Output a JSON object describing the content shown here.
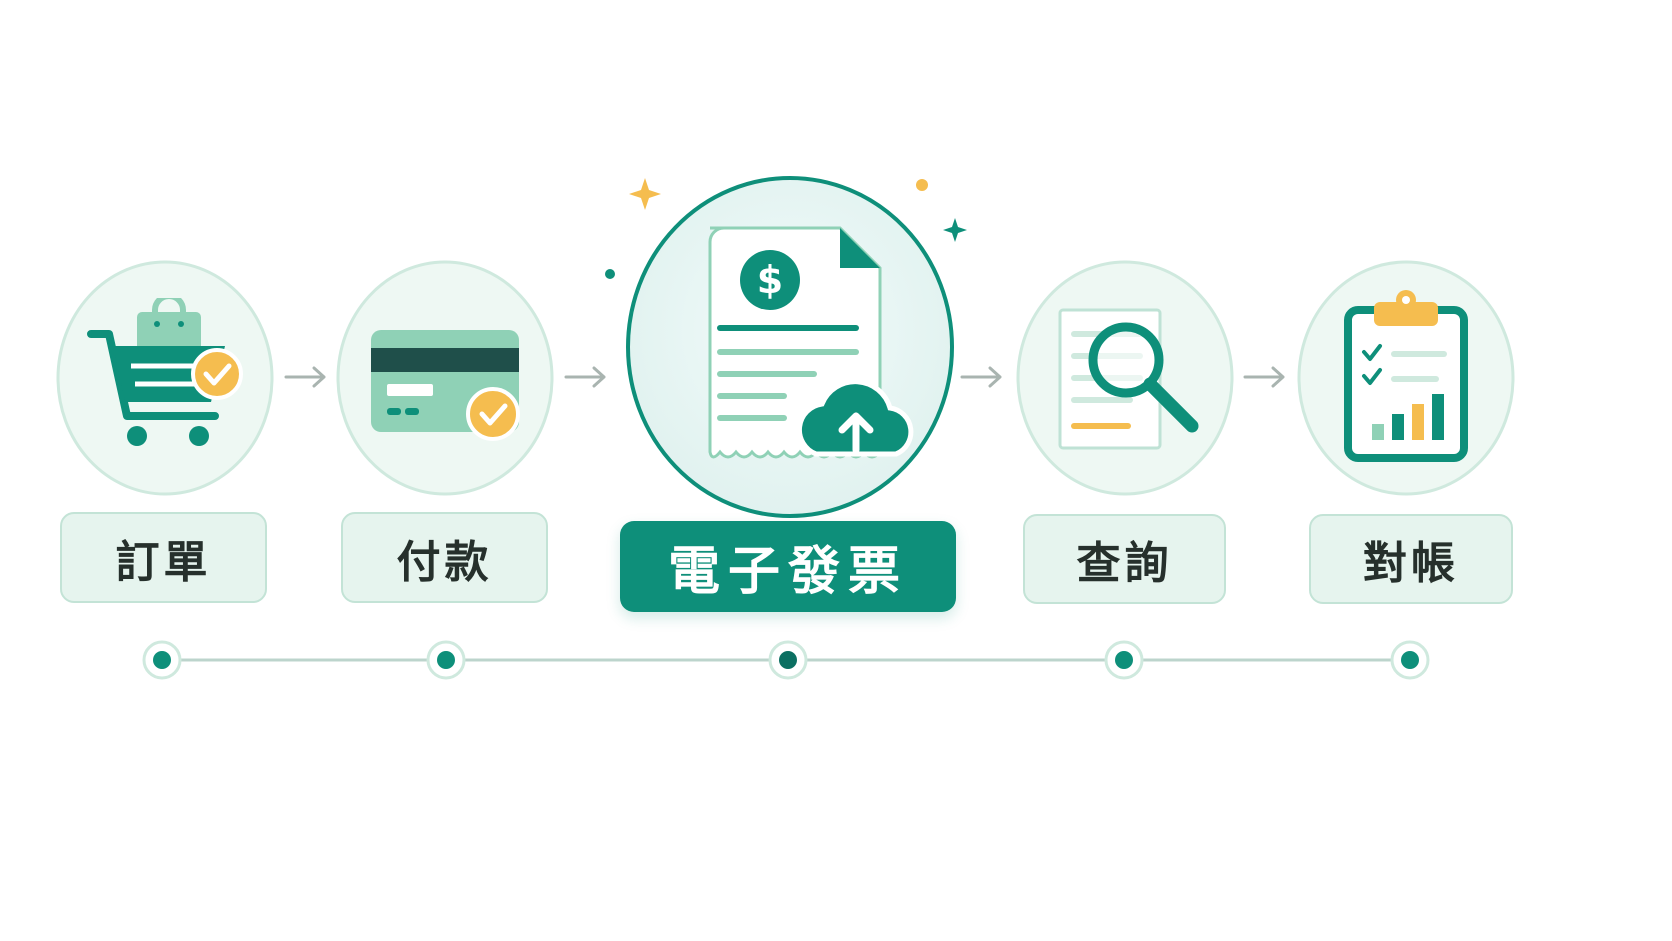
{
  "colors": {
    "primary": "#0e8f7a",
    "primary_light": "#8fd1b6",
    "circle_fill": "#eef8f3",
    "circle_border": "#cfe9de",
    "accent": "#f5bd4f",
    "arrow": "#a9b4b0",
    "timeline": "#bcd4cc"
  },
  "steps": [
    {
      "label": "訂單",
      "icon": "shopping-cart-icon"
    },
    {
      "label": "付款",
      "icon": "credit-card-icon"
    },
    {
      "label": "電子發票",
      "icon": "e-invoice-upload-icon",
      "active": true
    },
    {
      "label": "查詢",
      "icon": "document-search-icon"
    },
    {
      "label": "對帳",
      "icon": "clipboard-chart-icon"
    }
  ],
  "invoice": {
    "currency_symbol": "$"
  }
}
